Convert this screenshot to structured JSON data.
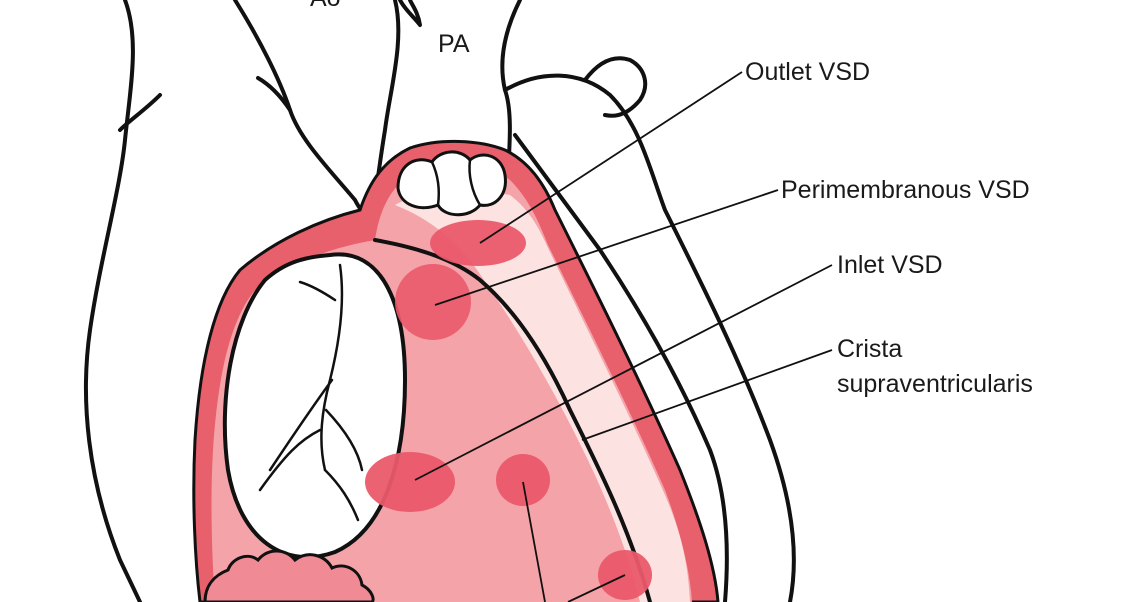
{
  "labels": {
    "ao": "Ao",
    "pa": "PA",
    "outlet_vsd": "Outlet VSD",
    "perimembranous_vsd": "Perimembranous VSD",
    "inlet_vsd": "Inlet VSD",
    "crista_line1": "Crista",
    "crista_line2": "supraventricularis"
  },
  "colors": {
    "wall": "#e8606c",
    "chamber": "#f4a3a8",
    "outflow": "#fde2e2",
    "defect": "#ea5a6a",
    "outline": "#111111"
  }
}
